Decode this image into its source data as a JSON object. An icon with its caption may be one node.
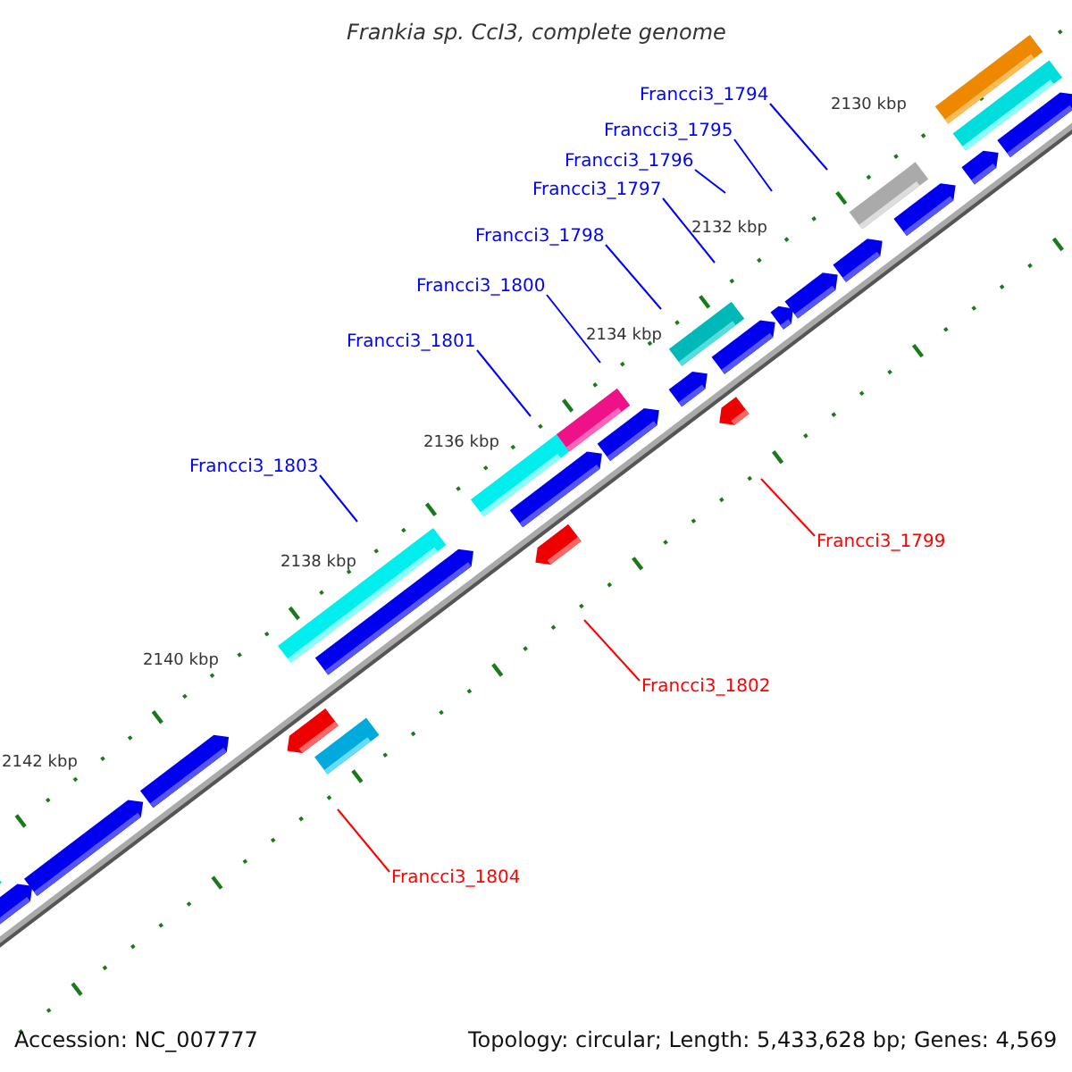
{
  "diagram": {
    "title": "Frankia sp. CcI3, complete genome",
    "nodes": [
      {
        "text": [
          "Francci3_1794"
        ]
      },
      {
        "text": [
          "Francci3_1795"
        ]
      },
      {
        "text": [
          "Francci3_1796"
        ]
      },
      {
        "text": [
          "Francci3_1797"
        ]
      },
      {
        "text": [
          "Francci3_1798"
        ]
      },
      {
        "text": [
          "Francci3_1800"
        ]
      },
      {
        "text": [
          "Francci3_1801"
        ]
      },
      {
        "text": [
          "Francci3_1803"
        ]
      },
      {
        "text": [
          "Francci3_1799"
        ]
      },
      {
        "text": [
          "Francci3_1802"
        ]
      },
      {
        "text": [
          "Francci3_1804"
        ]
      }
    ],
    "edges": [
      {
        "from": 0,
        "to": null,
        "arrow": "none"
      },
      {
        "from": 1,
        "to": null,
        "arrow": "none"
      },
      {
        "from": 2,
        "to": null,
        "arrow": "none"
      },
      {
        "from": 3,
        "to": null,
        "arrow": "none"
      },
      {
        "from": 4,
        "to": null,
        "arrow": "none"
      },
      {
        "from": 5,
        "to": null,
        "arrow": "none"
      },
      {
        "from": 6,
        "to": null,
        "arrow": "none"
      },
      {
        "from": 7,
        "to": null,
        "arrow": "none"
      },
      {
        "from": 8,
        "to": null,
        "arrow": "none",
        "color": "#ff0000"
      },
      {
        "from": 9,
        "to": null,
        "arrow": "none",
        "color": "#ff0000"
      },
      {
        "from": 10,
        "to": null,
        "arrow": "none",
        "color": "#ff0000"
      }
    ],
    "labels": [
      "2130 kbp",
      "2132 kbp",
      "2134 kbp",
      "2136 kbp",
      "2138 kbp",
      "2140 kbp",
      "2142 kbp",
      "Accession: NC_007777",
      "Topology: circular; Length: 5,433,628 bp; Genes: 4,569"
    ]
  }
}
